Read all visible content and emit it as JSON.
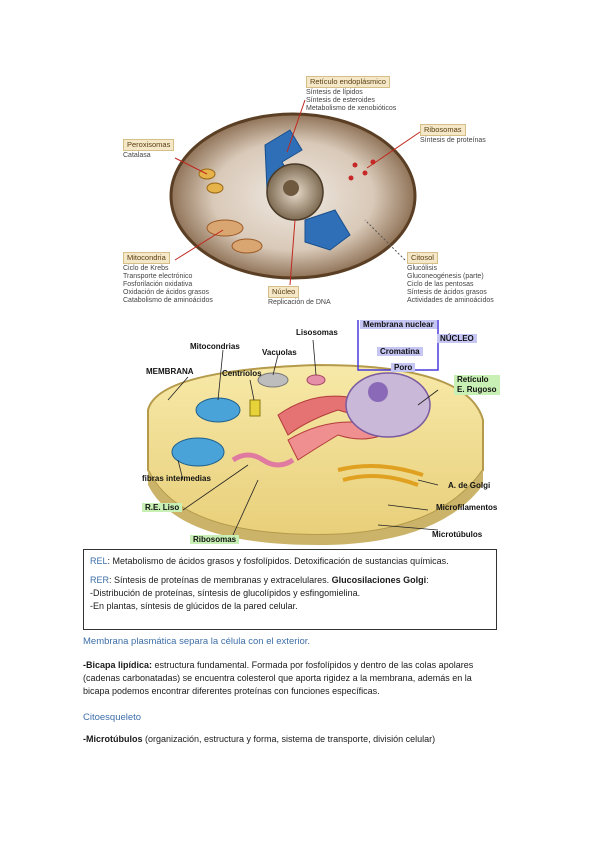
{
  "figure1": {
    "reticulo": {
      "title": "Retículo endoplásmico",
      "lines": [
        "Síntesis de lípidos",
        "Síntesis de esteroides",
        "Metabolismo de xenobióticos"
      ]
    },
    "peroxisomas": {
      "title": "Peroxisomas",
      "lines": [
        "Catalasa"
      ]
    },
    "ribosomas": {
      "title": "Ribosomas",
      "lines": [
        "Síntesis de proteínas"
      ]
    },
    "mitocondria": {
      "title": "Mitocondria",
      "lines": [
        "Ciclo de Krebs",
        "Transporte electrónico",
        "Fosforilación oxidativa",
        "Oxidación de ácidos grasos",
        "Catabolismo de aminoácidos"
      ]
    },
    "nucleo": {
      "title": "Núcleo",
      "lines": [
        "Replicación de DNA"
      ]
    },
    "citosol": {
      "title": "Citosol",
      "lines": [
        "Glucólisis",
        "Gluconeogénesis (parte)",
        "Ciclo de las pentosas",
        "Síntesis de ácidos grasos",
        "Actividades de aminoácidos"
      ]
    }
  },
  "figure2": {
    "membrana_nuclear": "Membrana nuclear",
    "nucleo": "NÚCLEO",
    "cromatina": "Cromatina",
    "poro": "Poro",
    "lisosomas": "Lisosomas",
    "mitocondrias": "Mitocondrias",
    "vacuolas": "Vacuolas",
    "centriolos": "Centríolos",
    "membrana": "MEMBRANA",
    "reticulo_rugoso_1": "Retículo",
    "reticulo_rugoso_2": "E. Rugoso",
    "fibras": "fibras intermedias",
    "golgi": "A. de Golgi",
    "re_liso": "R.E. Liso",
    "microfilamentos": "Microfilamentos",
    "microtubulos": "Microtúbulos",
    "ribosomas": "Ribosomas"
  },
  "box": {
    "rel_label": "REL",
    "rel_text": ": Metabolismo de ácidos grasos y fosfolípidos. Detoxificación de sustancias químicas.",
    "rer_label": "RER",
    "rer_text": ": Síntesis de proteínas de membranas y extracelulares. ",
    "rer_bold": "Glucosilaciones Golgi",
    "rer_end": ":",
    "bullet1": "-Distribución de proteínas, síntesis de glucolípidos y esfingomielina.",
    "bullet2": "-En plantas, síntesis de glúcidos de la pared celular."
  },
  "section1": {
    "heading": "Membrana plasmática separa la célula con el exterior.",
    "bold": "-Bicapa lipídica:",
    "text": " estructura fundamental. Formada por fosfolípidos y dentro de las colas apolares (cadenas carbonatadas) se encuentra colesterol que aporta rigidez a la membrana, además en la bicapa podemos encontrar diferentes proteínas con funciones específicas."
  },
  "section2": {
    "heading": "Citoesqueleto",
    "bold": "-Microtúbulos",
    "text": " (organización, estructura y forma, sistema de transporte, división celular)"
  },
  "colors": {
    "accent": "#3e6fa8",
    "green_label": "#c8f0b4",
    "blue_label": "#c6c6f4",
    "callout": "#f4e8c8"
  }
}
